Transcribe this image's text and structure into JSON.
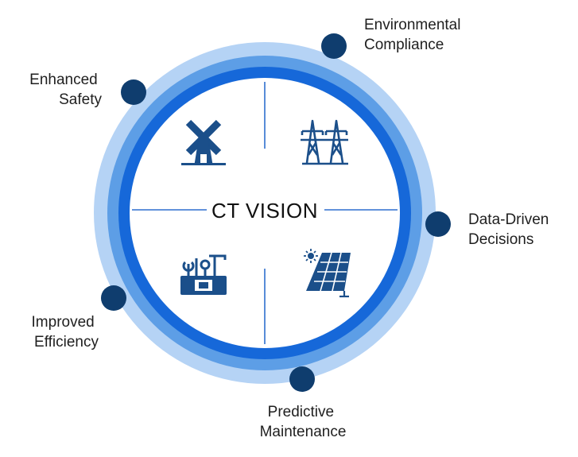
{
  "center": {
    "title": "CT VISION"
  },
  "colors": {
    "outer_ring": "#b5d3f5",
    "middle_ring": "#5d9ee6",
    "inner_ring": "#1668d9",
    "divider": "#2e6fcf",
    "icon": "#1b4f8a",
    "dot": "#0f3d6e",
    "text": "#1f1f1f"
  },
  "benefits": [
    {
      "id": "environmental-compliance",
      "lines": [
        "Environmental",
        "Compliance"
      ]
    },
    {
      "id": "data-driven-decisions",
      "lines": [
        "Data-Driven",
        "Decisions"
      ]
    },
    {
      "id": "predictive-maintenance",
      "lines": [
        "Predictive",
        "Maintenance"
      ]
    },
    {
      "id": "improved-efficiency",
      "lines": [
        "Improved",
        "Efficiency"
      ]
    },
    {
      "id": "enhanced-safety",
      "lines": [
        "Enhanced",
        "Safety"
      ]
    }
  ],
  "quadrant_icons": [
    {
      "quadrant": "top-left",
      "icon": "windmill-icon"
    },
    {
      "quadrant": "top-right",
      "icon": "power-tower-icon"
    },
    {
      "quadrant": "bottom-left",
      "icon": "toolbox-icon"
    },
    {
      "quadrant": "bottom-right",
      "icon": "solar-panel-icon"
    }
  ]
}
